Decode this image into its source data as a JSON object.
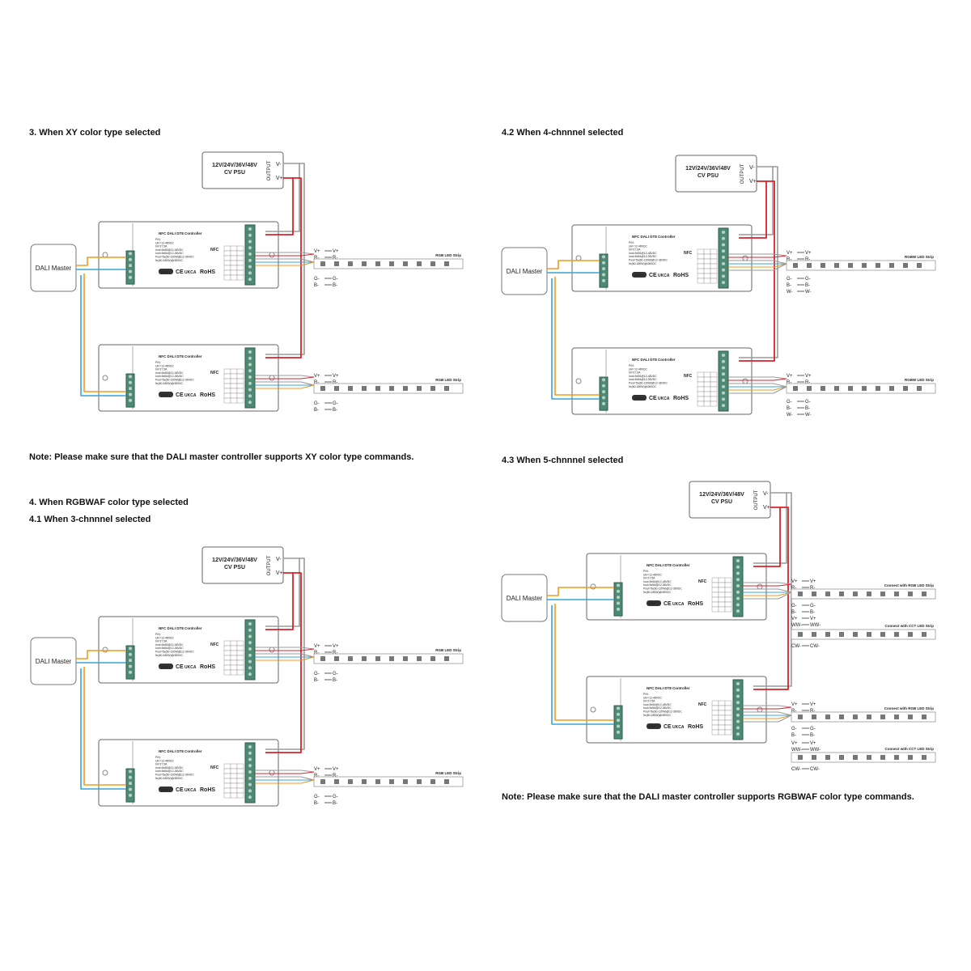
{
  "headings": {
    "xy": "3. When XY color type selected",
    "ch4": "4.2 When 4-chnnnel selected",
    "xy_note": "Note: Please make sure that the DALI master controller supports XY color type commands.",
    "ch5": "4.3 When 5-chnnnel selected",
    "rgbwaf": "4. When RGBWAF color type selected",
    "ch3": "4.1 When 3-chnnnel selected",
    "rgbwaf_note": "Note: Please make sure that the DALI master controller supports RGBWAF color type commands."
  },
  "psu": {
    "line1": "12V/24V/36V/48V",
    "line2": "CV PSU",
    "output": "OUTPUT",
    "vminus": "V-",
    "vplus": "V+"
  },
  "master": "DALI Master",
  "controller": {
    "title": "NFC DALI DT8 Controller",
    "specs": [
      "P/N:",
      "Uin=12-48VDC",
      "Iin=27.5A",
      "Iout=5x5A@12-48VDC",
      "Iout=5x5A@12-36VDC",
      "Pout=5x(60-120W)@12-36VDC",
      "5x(60-180W)@48VDC"
    ],
    "cert_labels": [
      "DALI",
      "CE",
      "UKCA",
      "RoHS"
    ],
    "nfc": "NFC"
  },
  "strips": {
    "rgb": "RGB LED Strip",
    "rgbw": "RGBW LED Strip",
    "rgb_connect": "Connect with RGB LED Strip",
    "cct_connect": "Connect with CCT LED Strip"
  },
  "terminals": {
    "vplus": "V+",
    "r": "R-",
    "g": "G-",
    "b": "B-",
    "w": "W-",
    "ww": "WW-",
    "cw": "CW-"
  },
  "colors": {
    "red_wire": "#d8232a",
    "grey_wire": "#9a9a9a",
    "orange_wire": "#f39a1e",
    "blue_wire": "#3aa3d8",
    "green_terminal": "#4e8a73",
    "strip_led": "#777777"
  }
}
